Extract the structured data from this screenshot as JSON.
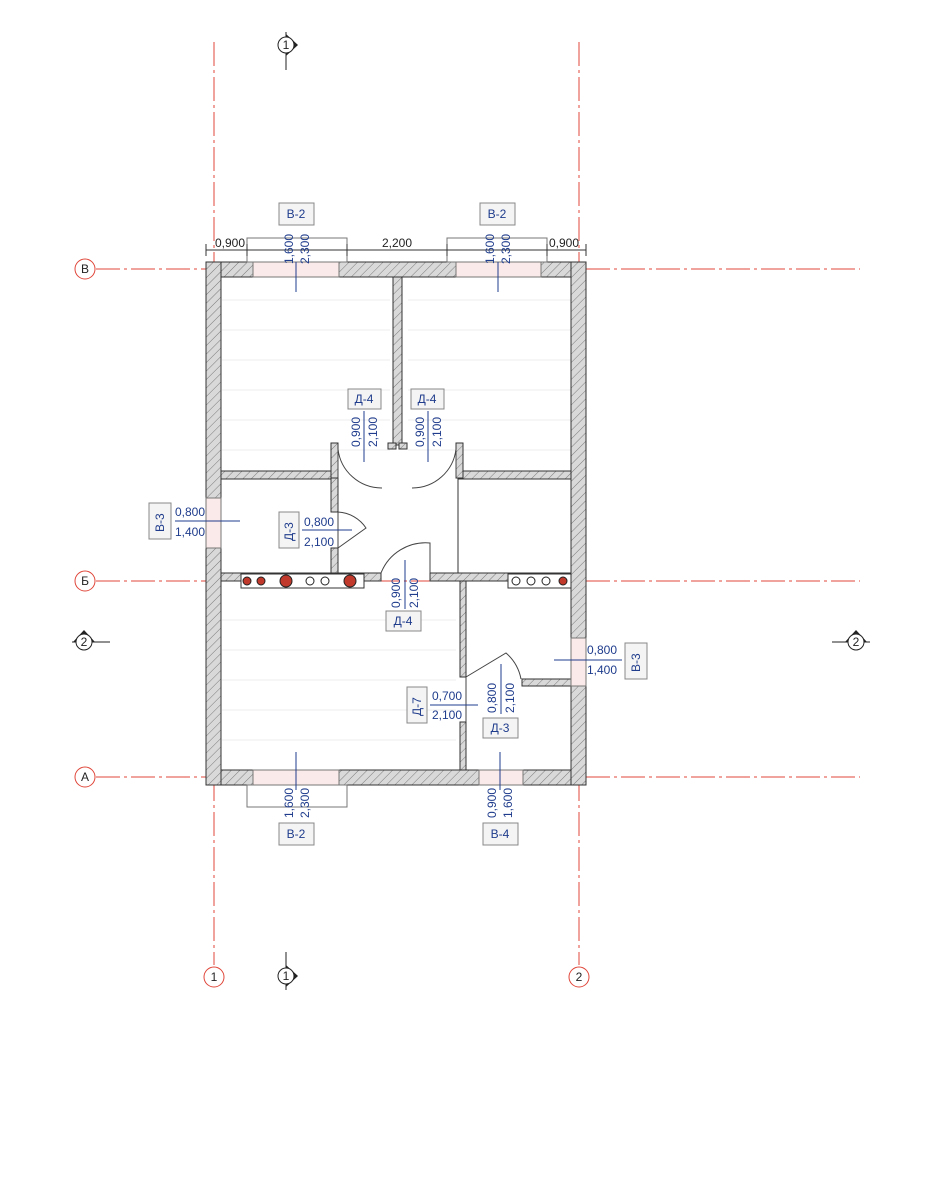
{
  "grid_axes": {
    "vertical": [
      "1",
      "2"
    ],
    "horizontal": [
      "В",
      "Б",
      "А"
    ]
  },
  "section_markers": {
    "section_1": "1",
    "section_2": "2"
  },
  "top_dimensions": {
    "left": "0,900",
    "middle": "2,200",
    "right": "0,900"
  },
  "windows": {
    "top_left": {
      "tag": "В-2",
      "width": "1,600",
      "height": "2,300"
    },
    "top_right": {
      "tag": "В-2",
      "width": "1,600",
      "height": "2,300"
    },
    "bottom_left": {
      "tag": "В-2",
      "width": "1,600",
      "height": "2,300"
    },
    "bottom_right": {
      "tag": "В-4",
      "width": "0,900",
      "height": "1,600"
    },
    "left_side": {
      "tag": "В-3",
      "width": "0,800",
      "height": "1,400"
    },
    "right_side": {
      "tag": "В-3",
      "width": "0,800",
      "height": "1,400"
    }
  },
  "doors": {
    "upper_left": {
      "tag": "Д-4",
      "width": "0,900",
      "height": "2,100"
    },
    "upper_right": {
      "tag": "Д-4",
      "width": "0,900",
      "height": "2,100"
    },
    "hall_left": {
      "tag": "Д-3",
      "width": "0,800",
      "height": "2,100"
    },
    "hall_lower": {
      "tag": "Д-4",
      "width": "0,900",
      "height": "2,100"
    },
    "lower_mid": {
      "tag": "Д-7",
      "width": "0,700",
      "height": "2,100"
    },
    "lower_right": {
      "tag": "Д-3",
      "width": "0,800",
      "height": "2,100"
    }
  },
  "colors": {
    "wall_fill": "#d7d7d7",
    "wall_stroke": "#333333",
    "axis_line": "#e0463a",
    "dimension_text": "#1f3c8c",
    "radiator_red": "#c0392b"
  }
}
